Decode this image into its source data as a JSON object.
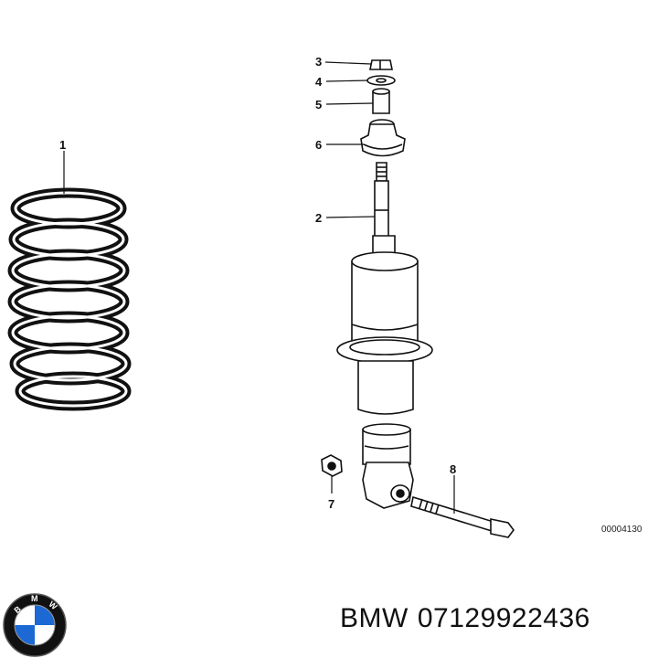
{
  "callouts": [
    "1",
    "2",
    "3",
    "4",
    "5",
    "6",
    "7",
    "8"
  ],
  "reference_code": "00004130",
  "brand": "BMW",
  "part_number": "07129922436",
  "logo": {
    "letters": "BMW",
    "colors": {
      "blue": "#1c69d4",
      "ring": "#111111",
      "white": "#ffffff"
    }
  }
}
